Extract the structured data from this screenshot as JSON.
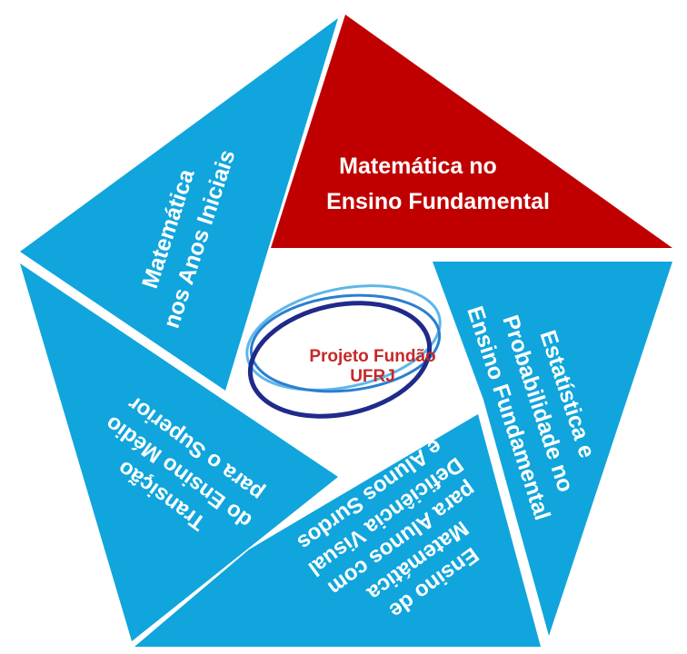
{
  "center_logo": {
    "line1": "Projeto Fundão",
    "line2": "UFRJ",
    "text_color": "#c62828",
    "ring_colors": [
      "#1f2a8a",
      "#2a7fd0",
      "#5fb6e8"
    ]
  },
  "segments": [
    {
      "id": "top",
      "color": "#c00000",
      "lines": [
        "Matemática no",
        "Ensino Fundamental"
      ]
    },
    {
      "id": "right",
      "color": "#10a5dc",
      "lines": [
        "Estatística e",
        "Probabilidade no",
        "Ensino Fundamental"
      ]
    },
    {
      "id": "bottom-right",
      "color": "#10a5dc",
      "lines": [
        "Ensino de",
        "Matemática",
        "para Alunos com",
        "Deficiência Visual",
        "e Alunos Surdos"
      ]
    },
    {
      "id": "bottom-left",
      "color": "#10a5dc",
      "lines": [
        "Transição",
        "do Ensino Médio",
        "para o Superior"
      ]
    },
    {
      "id": "left",
      "color": "#10a5dc",
      "lines": [
        "Matemática",
        "nos Anos Iniciais"
      ]
    }
  ]
}
